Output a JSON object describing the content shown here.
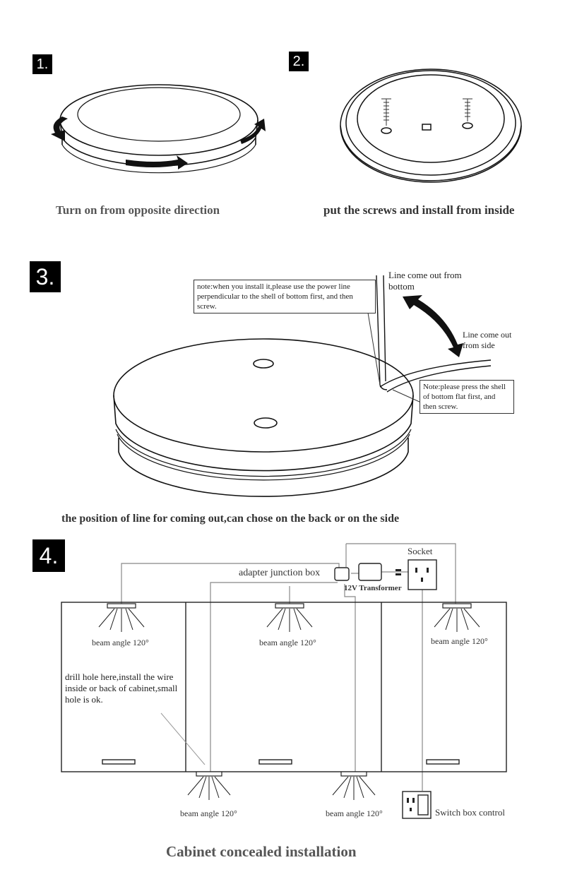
{
  "steps": {
    "s1": {
      "badge": "1.",
      "caption": "Turn on from opposite direction"
    },
    "s2": {
      "badge": "2.",
      "caption": "put the screws and install from inside"
    },
    "s3": {
      "badge": "3.",
      "note_top": "note:when you install it,please use the power line perpendicular to the shell of bottom first, and then screw.",
      "line_bottom": "Line come out from bottom",
      "line_side": "Line come out from side",
      "note_right": "Note:please press the shell of bottom flat first, and then screw.",
      "caption": "the position of line for coming out,can chose on the back or on the side"
    },
    "s4": {
      "badge": "4.",
      "socket": "Socket",
      "adapter": "adapter junction box",
      "transformer": "12V Transformer",
      "beam_tl": "beam angle 120°",
      "beam_tc": "beam angle 120°",
      "beam_tr": "beam angle 120°",
      "beam_bl": "beam angle 120°",
      "beam_br": "beam angle 120°",
      "drill_note": "drill hole here,install the wire inside or back of cabinet,small hole is ok.",
      "switch": "Switch box control",
      "caption": "Cabinet concealed installation"
    }
  }
}
